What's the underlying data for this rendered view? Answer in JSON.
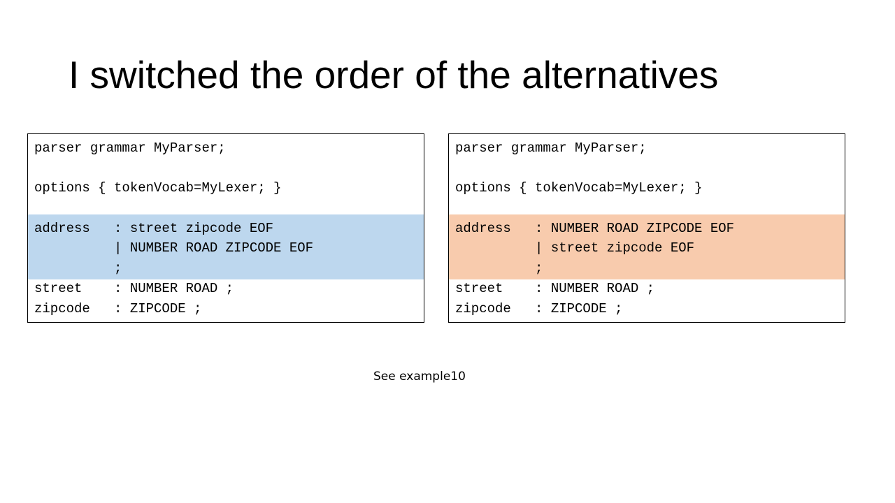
{
  "title": "I switched the order of the alternatives",
  "left_panel": {
    "highlight_color": "#bdd7ee",
    "lines": [
      "parser grammar MyParser;",
      "",
      "options { tokenVocab=MyLexer; }",
      "",
      "address   : street zipcode EOF",
      "          | NUMBER ROAD ZIPCODE EOF",
      "          ;",
      "street    : NUMBER ROAD ;",
      "zipcode   : ZIPCODE ;"
    ]
  },
  "right_panel": {
    "highlight_color": "#f8cbad",
    "lines": [
      "parser grammar MyParser;",
      "",
      "options { tokenVocab=MyLexer; }",
      "",
      "address   : NUMBER ROAD ZIPCODE EOF",
      "          | street zipcode EOF",
      "          ;",
      "street    : NUMBER ROAD ;",
      "zipcode   : ZIPCODE ;"
    ]
  },
  "footnote": "See example10"
}
